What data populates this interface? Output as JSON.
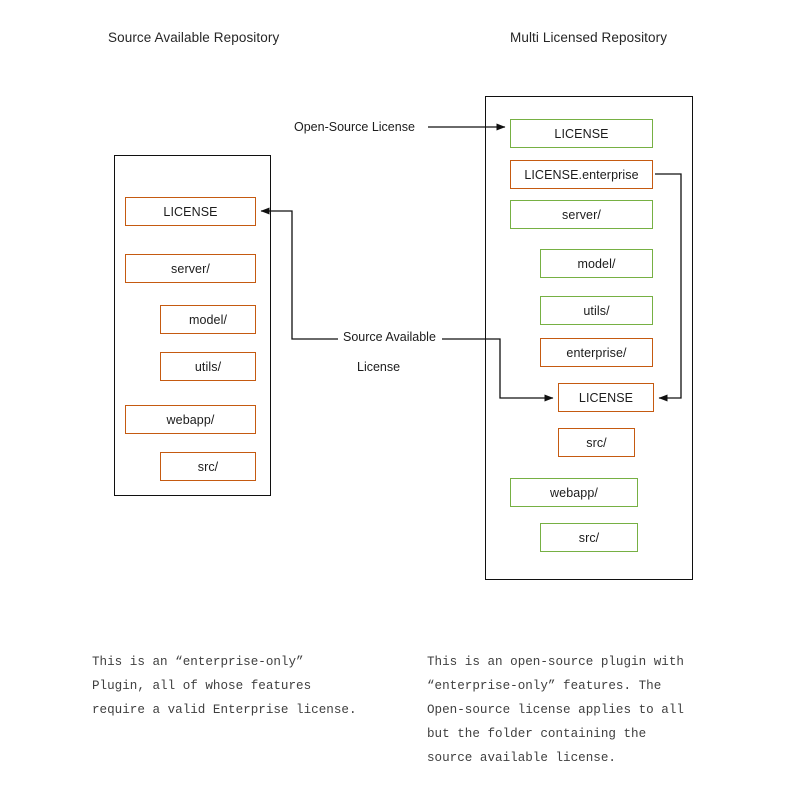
{
  "diagram": {
    "title_left": "Source Available Repository",
    "title_right": "Multi Licensed Repository",
    "colors": {
      "orange": "#C55A11",
      "green": "#76B043",
      "container_border": "#101010",
      "connector": "#101010",
      "text": "#1c1c1c"
    }
  },
  "left_repo": {
    "nodes": [
      {
        "label": "LICENSE",
        "color": "orange"
      },
      {
        "label": "server/",
        "color": "orange"
      },
      {
        "label": "model/",
        "color": "orange"
      },
      {
        "label": "utils/",
        "color": "orange"
      },
      {
        "label": "webapp/",
        "color": "orange"
      },
      {
        "label": "src/",
        "color": "orange"
      }
    ]
  },
  "right_repo": {
    "nodes": [
      {
        "label": "LICENSE",
        "color": "green"
      },
      {
        "label": "LICENSE.enterprise",
        "color": "orange"
      },
      {
        "label": "server/",
        "color": "green"
      },
      {
        "label": "model/",
        "color": "green"
      },
      {
        "label": "utils/",
        "color": "green"
      },
      {
        "label": "enterprise/",
        "color": "orange"
      },
      {
        "label": "LICENSE",
        "color": "orange"
      },
      {
        "label": "src/",
        "color": "orange"
      },
      {
        "label": "webapp/",
        "color": "green"
      },
      {
        "label": "src/",
        "color": "green"
      }
    ]
  },
  "connectors": {
    "open_source_license": "Open-Source License",
    "source_available_line1": "Source Available",
    "source_available_line2": "License"
  },
  "captions": {
    "left": "This is an “enterprise-only”\nPlugin, all of whose features\nrequire a valid Enterprise license.",
    "right": "This is an open-source plugin with\n“enterprise-only” features. The\nOpen-source license applies to all\nbut the folder containing the\nsource available license."
  }
}
